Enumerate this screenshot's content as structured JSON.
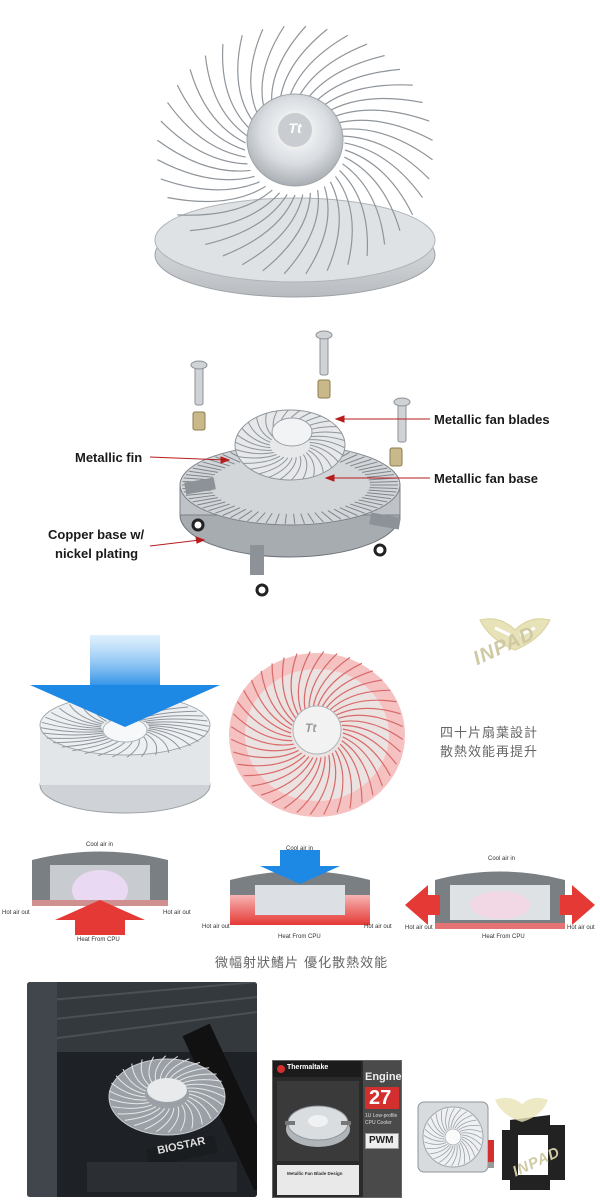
{
  "top_fan": {
    "logo": "Tt"
  },
  "exploded": {
    "callouts": {
      "fan_blades": "Metallic fan blades",
      "fin": "Metallic fin",
      "fan_base": "Metallic fan base",
      "copper_line1": "Copper base w/",
      "copper_line2": "nickel plating"
    }
  },
  "watermark": {
    "text": "INPAD"
  },
  "airflow": {
    "caption_line1": "四十片扇葉設計",
    "caption_line2": "散熱效能再提升",
    "fan_logo": "Tt"
  },
  "diagrams": [
    {
      "top": "Cool air in",
      "left": "Hot air out",
      "right": "Hot air out",
      "bottom": "Heat From CPU"
    },
    {
      "top": "Cool air in",
      "left": "Hot air out",
      "right": "Hot air out",
      "bottom": "Heat From CPU"
    },
    {
      "top": "Cool air in",
      "left": "Hot air out",
      "right": "Hot air out",
      "bottom": "Heat From CPU"
    }
  ],
  "diagram_caption": "微幅射狀鰭片 優化散熱效能",
  "installed_photo": {
    "board_brand": "BIOSTAR"
  },
  "product_box": {
    "brand": "Thermaltake",
    "name": "Engine",
    "model_number": "27",
    "subtitle_line1": "1U Low-profile",
    "subtitle_line2": "CPU Cooler",
    "badge": "PWM",
    "footer_title": "Metallic Fan Blade Design"
  },
  "colors": {
    "cool_blue": "#1e88e5",
    "hot_red": "#e53935",
    "box_dark": "#2a2a2a",
    "accent_red": "#d32f2f"
  }
}
